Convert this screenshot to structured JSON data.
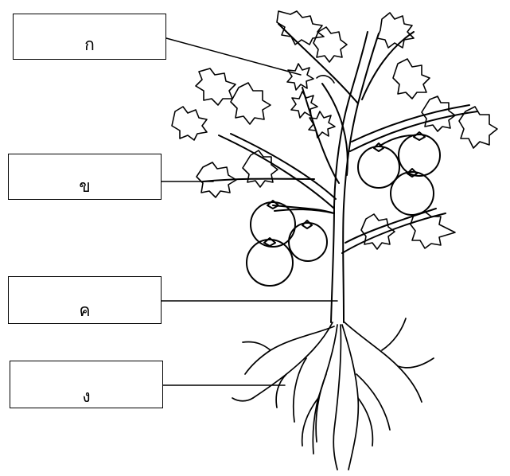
{
  "labels": {
    "ko_kai": "ก",
    "kho_khai": "ข",
    "kho_khwai": "ค",
    "ngo_ngu": "ง"
  }
}
